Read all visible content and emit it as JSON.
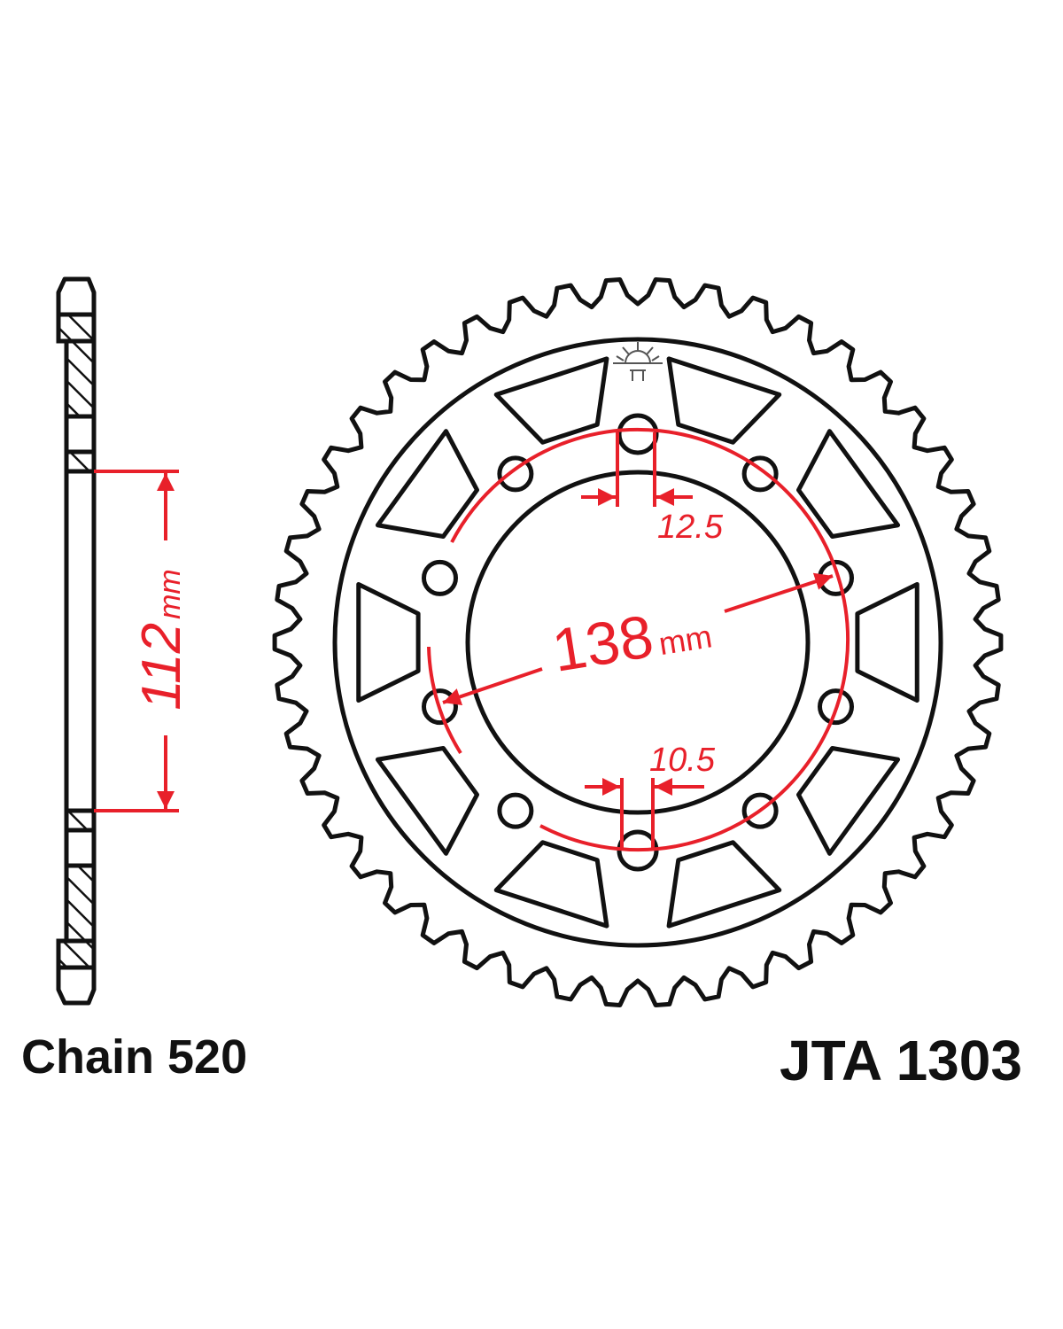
{
  "labels": {
    "chain": "Chain 520",
    "model": "JTA 1303"
  },
  "dimensions": {
    "center_bore_value": "112",
    "center_bore_unit": "mm",
    "pcd_value": "138",
    "pcd_unit": "mm",
    "hole_diameter_top": "12.5",
    "hole_diameter_bottom": "10.5"
  },
  "sprocket": {
    "teeth": 46,
    "bolt_holes": 10,
    "windows": 10
  },
  "colors": {
    "outline": "#111111",
    "dimension": "#e8202a"
  }
}
